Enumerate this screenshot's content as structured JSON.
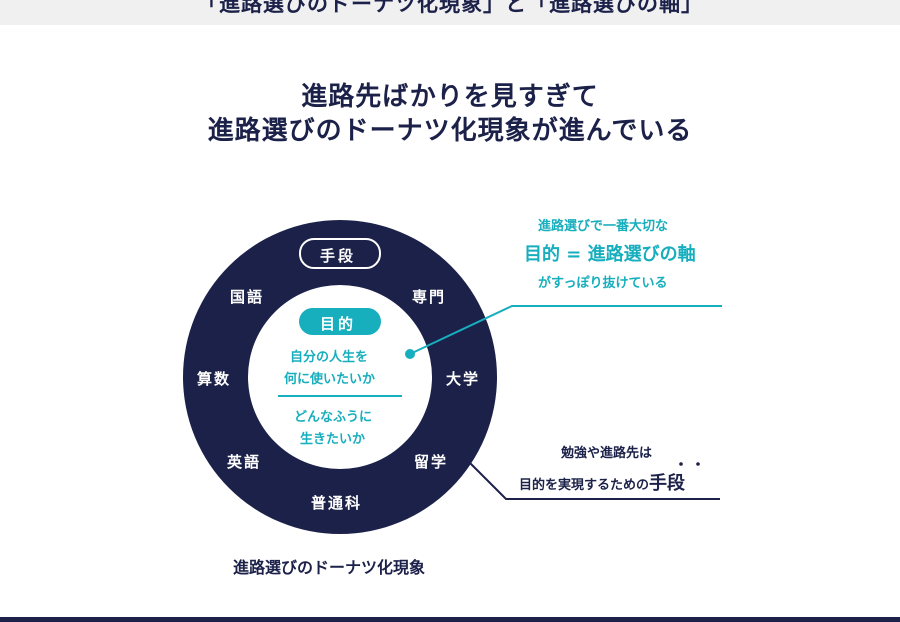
{
  "header": {
    "banner": "「進路選びのドーナツ化現象」と「進路選びの軸」",
    "title_line1": "進路先ばかりを見すぎて",
    "title_line2": "進路選びのドーナツ化現象が進んでいる"
  },
  "donut": {
    "center_label": "手段",
    "ring_items": [
      "国語",
      "専門",
      "算数",
      "大学",
      "英語",
      "留学",
      "普通科"
    ],
    "inner_badge": "目的",
    "inner_text1": "自分の人生を",
    "inner_text2": "何に使いたいか",
    "inner_text3": "どんなふうに",
    "inner_text4": "生きたいか",
    "caption": "進路選びのドーナツ化現象"
  },
  "callout_top": {
    "line1": "進路選びで一番大切な",
    "line2": "目的 = 進路選びの軸",
    "line3": "がすっぽり抜けている"
  },
  "callout_bottom": {
    "line1": "勉強や進路先は",
    "line2_prefix": "目的を実現するための",
    "line2_emph": "手段"
  },
  "colors": {
    "navy": "#1c2149",
    "teal": "#17aebd"
  }
}
